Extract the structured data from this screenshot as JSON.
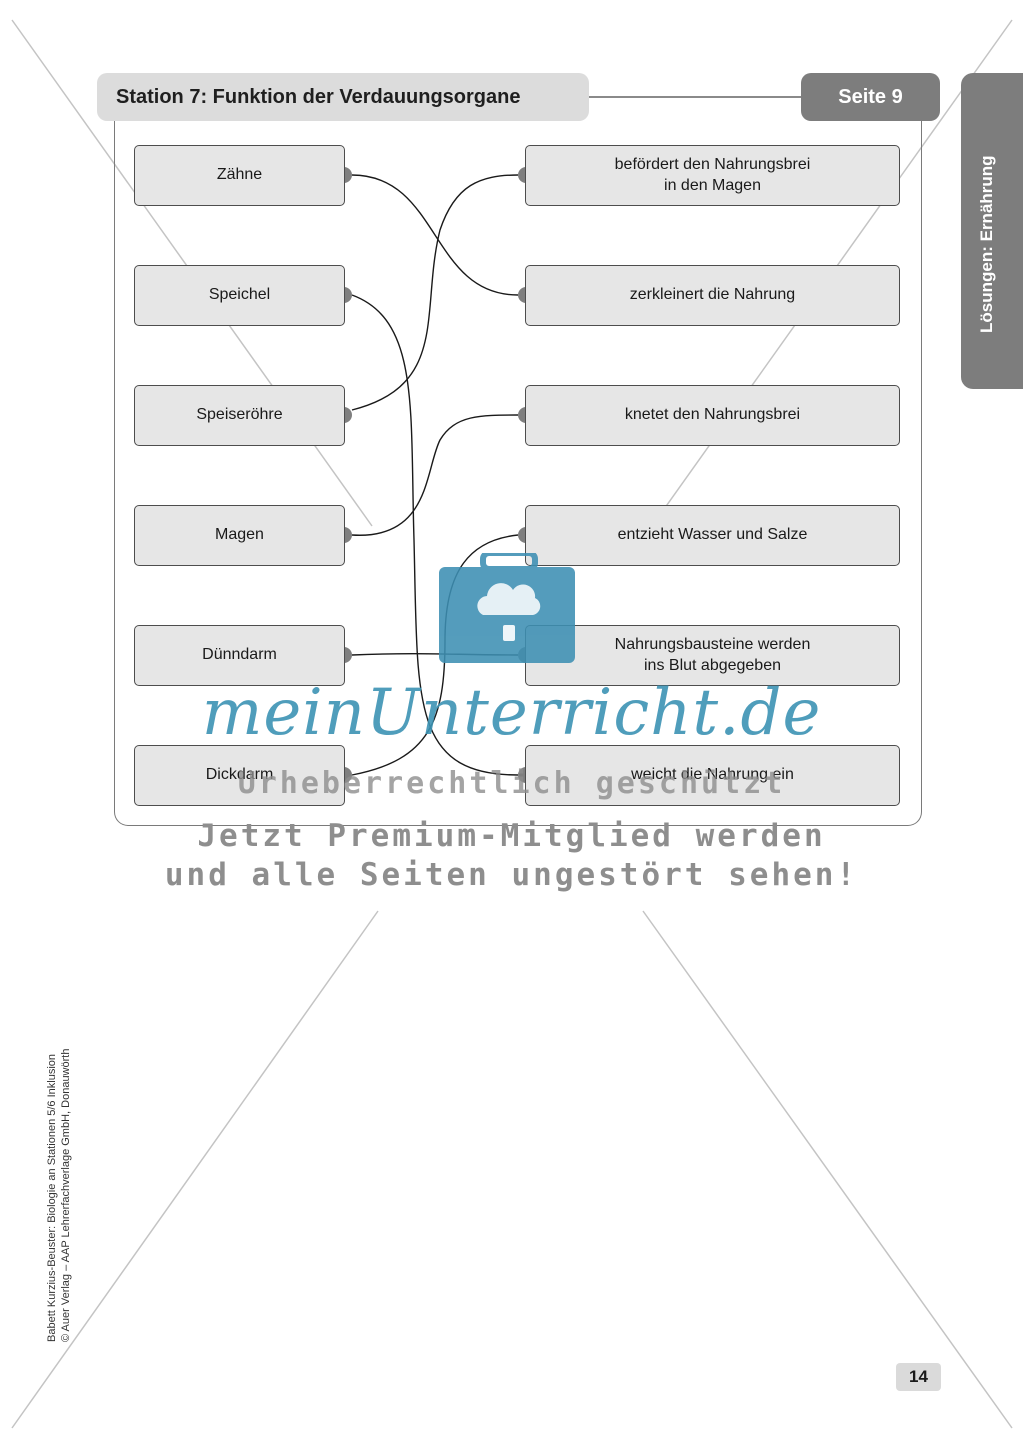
{
  "header": {
    "title": "Station 7: Funktion der Verdauungsorgane",
    "page": "Seite 9",
    "side_tab": "Lösungen: Ernährung"
  },
  "left_items": [
    "Zähne",
    "Speichel",
    "Speiseröhre",
    "Magen",
    "Dünndarm",
    "Dickdarm"
  ],
  "right_items": [
    "befördert den Nahrungsbrei\nin den Magen",
    "zerkleinert die Nahrung",
    "knetet den Nahrungsbrei",
    "entzieht Wasser und Salze",
    "Nahrungsbausteine werden\nins Blut abgegeben",
    "weicht die Nahrung ein"
  ],
  "connections": [
    {
      "from": "Zähne",
      "to": "zerkleinert die Nahrung"
    },
    {
      "from": "Speichel",
      "to": "weicht die Nahrung ein"
    },
    {
      "from": "Speiseröhre",
      "to": "befördert den Nahrungsbrei in den Magen"
    },
    {
      "from": "Magen",
      "to": "knetet den Nahrungsbrei"
    },
    {
      "from": "Dünndarm",
      "to": "Nahrungsbausteine werden ins Blut abgegeben"
    },
    {
      "from": "Dickdarm",
      "to": "entzieht Wasser und Salze"
    }
  ],
  "watermark": {
    "brand": "meinUnterricht.de",
    "line1": "Urheberrechtlich geschützt",
    "line2": "Jetzt Premium-Mitglied werden",
    "line3": "und alle Seiten ungestört sehen!"
  },
  "footer": {
    "credits": "Babett Kurzius-Beuster: Biologie an Stationen 5/6 Inklusion\n© Auer Verlag – AAP Lehrerfachverlage GmbH, Donauwörth",
    "page_number": "14"
  },
  "colors": {
    "tab_light": "#dcdcdc",
    "tab_dark": "#7d7d7d",
    "box_fill": "#e6e6e6",
    "watermark_blue": "#3c93b4"
  }
}
